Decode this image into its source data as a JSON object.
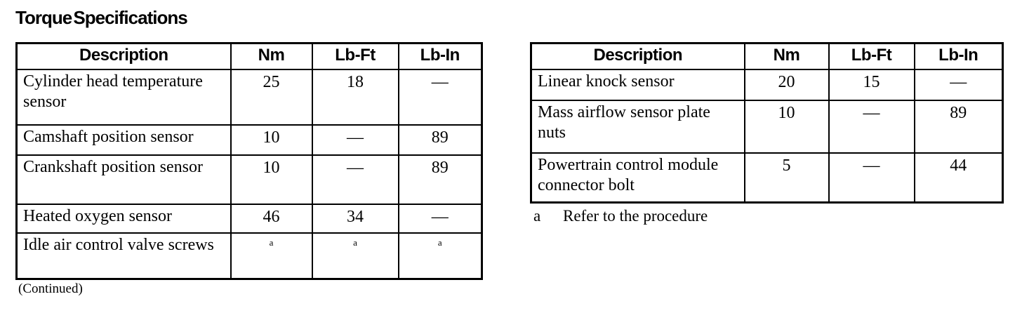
{
  "page": {
    "title": "Torque Specifications",
    "continued": "(Continued)",
    "footnote_marker": "a",
    "footnote_text": "Refer to the procedure",
    "text_color": "#000000",
    "background_color": "#ffffff"
  },
  "tables": [
    {
      "name": "torque-specifications-left",
      "headers": [
        "Description",
        "Nm",
        "Lb-Ft",
        "Lb-In"
      ],
      "rows": [
        {
          "description": "Cylinder head temperature sensor",
          "nm": "25",
          "lbft": "18",
          "lbin": "—"
        },
        {
          "description": "Camshaft position sensor",
          "nm": "10",
          "lbft": "—",
          "lbin": "89"
        },
        {
          "description": "Crankshaft position sensor",
          "nm": "10",
          "lbft": "—",
          "lbin": "89"
        },
        {
          "description": "Heated oxygen sensor",
          "nm": "46",
          "lbft": "34",
          "lbin": "—"
        },
        {
          "description": "Idle air control valve screws",
          "nm": "a",
          "lbft": "a",
          "lbin": "a",
          "note": "footnote-reference"
        }
      ]
    },
    {
      "name": "torque-specifications-right",
      "headers": [
        "Description",
        "Nm",
        "Lb-Ft",
        "Lb-In"
      ],
      "rows": [
        {
          "description": "Linear knock sensor",
          "nm": "20",
          "lbft": "15",
          "lbin": "—"
        },
        {
          "description": "Mass airflow sensor plate nuts",
          "nm": "10",
          "lbft": "—",
          "lbin": "89"
        },
        {
          "description": "Powertrain control module connector bolt",
          "nm": "5",
          "lbft": "—",
          "lbin": "44"
        }
      ]
    }
  ]
}
